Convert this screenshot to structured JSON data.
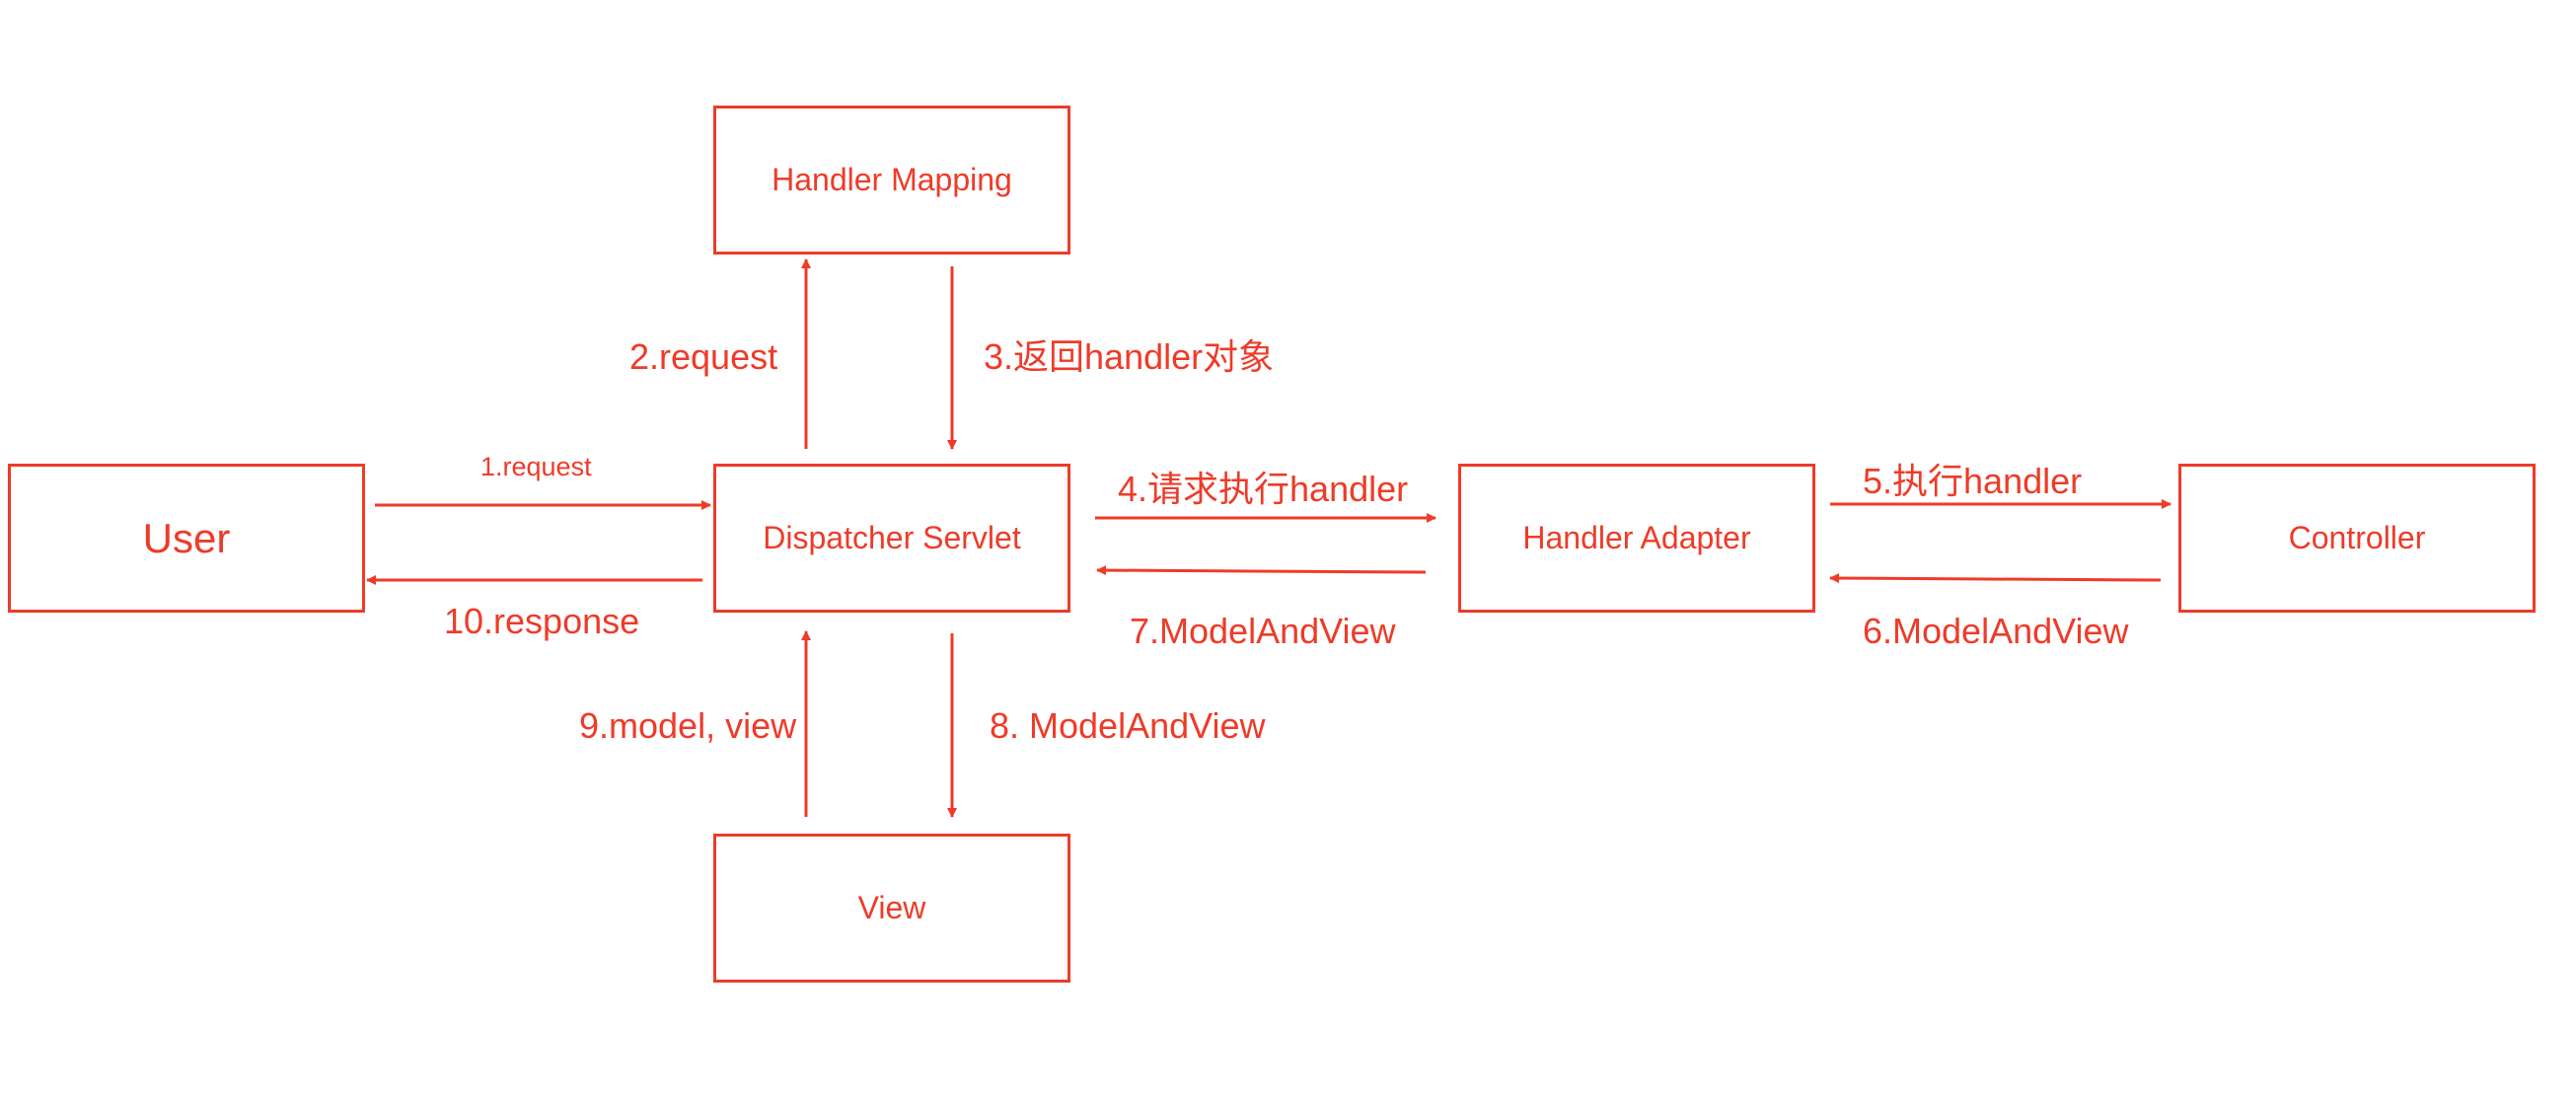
{
  "colors": {
    "accent": "#ee3b28"
  },
  "nodes": {
    "user": "User",
    "handler_mapping": "Handler Mapping",
    "dispatcher_servlet": "Dispatcher Servlet",
    "handler_adapter": "Handler Adapter",
    "controller": "Controller",
    "view": "View"
  },
  "edges": {
    "e1": "1.request",
    "e2": "2.request",
    "e3": "3.返回handler对象",
    "e4": "4.请求执行handler",
    "e5": "5.执行handler",
    "e6": "6.ModelAndView",
    "e7": "7.ModelAndView",
    "e8": "8. ModelAndView",
    "e9": "9.model, view",
    "e10": "10.response"
  }
}
